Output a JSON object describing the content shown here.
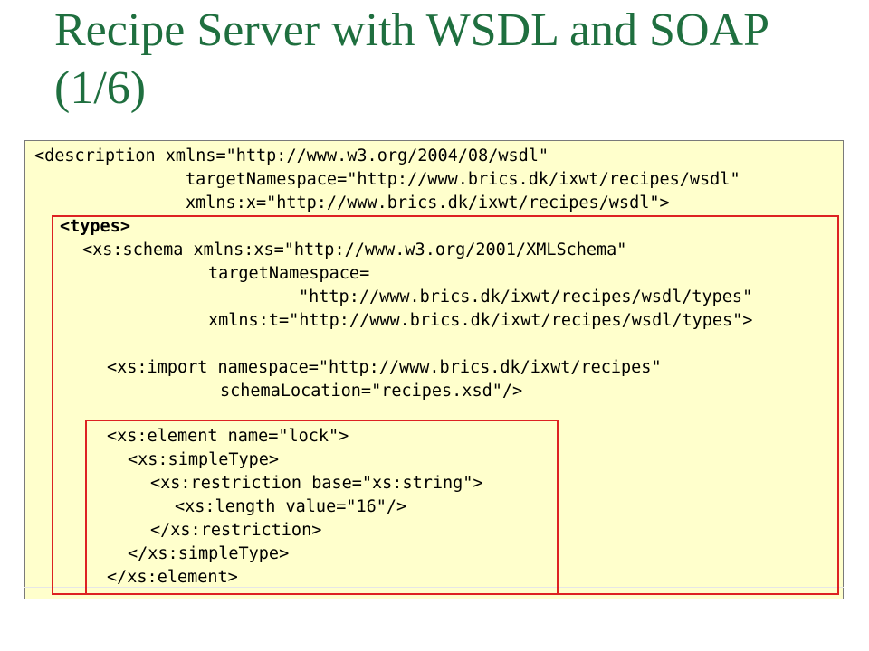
{
  "title": "Recipe Server with WSDL and SOAP (1/6)",
  "code": {
    "line_01": "<description xmlns=\"http://www.w3.org/2004/08/wsdl\"",
    "line_02": "targetNamespace=\"http://www.brics.dk/ixwt/recipes/wsdl\"",
    "line_03": "xmlns:x=\"http://www.brics.dk/ixwt/recipes/wsdl\">",
    "line_04": "<types>",
    "line_05": "<xs:schema xmlns:xs=\"http://www.w3.org/2001/XMLSchema\"",
    "line_06": "targetNamespace=",
    "line_07": "\"http://www.brics.dk/ixwt/recipes/wsdl/types\"",
    "line_08": "xmlns:t=\"http://www.brics.dk/ixwt/recipes/wsdl/types\">",
    "line_09": "<xs:import namespace=\"http://www.brics.dk/ixwt/recipes\"",
    "line_10": "schemaLocation=\"recipes.xsd\"/>",
    "line_11": "<xs:element name=\"lock\">",
    "line_12": "<xs:simpleType>",
    "line_13": "<xs:restriction base=\"xs:string\">",
    "line_14": "<xs:length value=\"16\"/>",
    "line_15": "</xs:restriction>",
    "line_16": "</xs:simpleType>",
    "line_17": "</xs:element>"
  },
  "highlight_color": "#dd2222",
  "code_background": "#ffffcc",
  "title_color": "#1f6f3f"
}
